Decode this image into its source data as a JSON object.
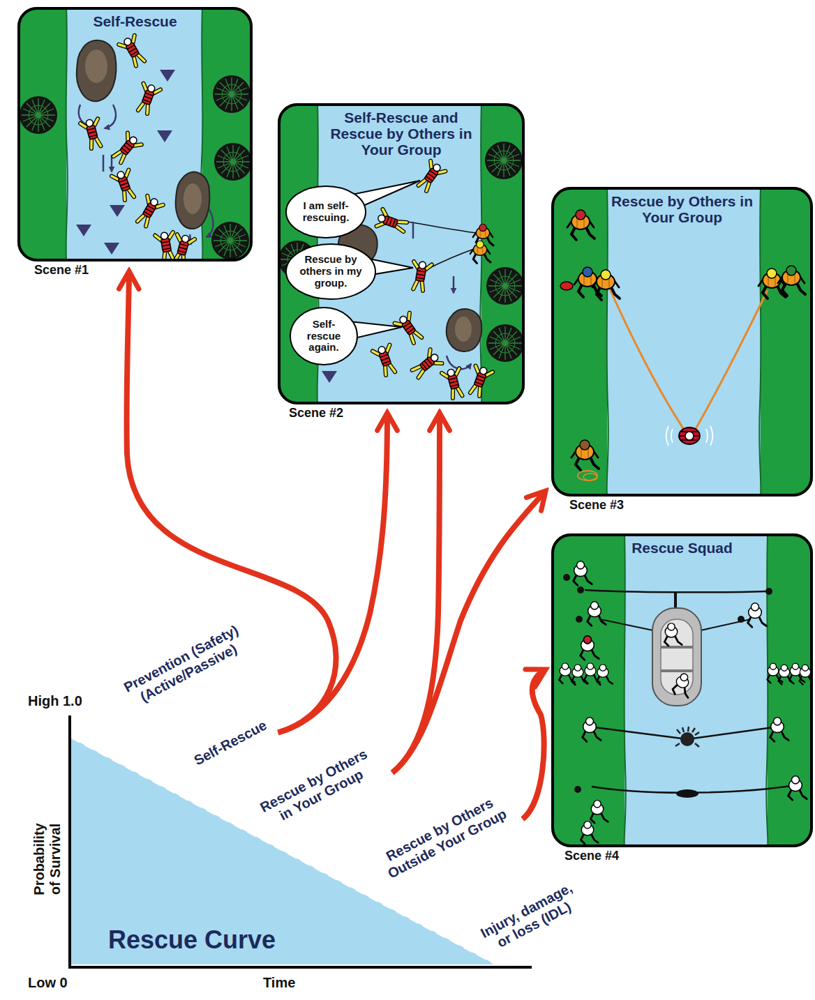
{
  "diagram": {
    "nodes": [
      {
        "text": [
          "Self-Rescue",
          "Scene #1"
        ]
      },
      {
        "text": [
          "Self-Rescue and Rescue by Others in Your Group",
          "Scene #2"
        ]
      },
      {
        "text": [
          "I am self-rescuing."
        ],
        "in": 1
      },
      {
        "text": [
          "Rescue by others in my group."
        ],
        "in": 1
      },
      {
        "text": [
          "Self-rescue again."
        ],
        "in": 1
      },
      {
        "text": [
          "Rescue by Others in Your Group",
          "Scene #3"
        ]
      },
      {
        "text": [
          "Rescue Squad",
          "Scene #4"
        ]
      },
      {
        "text": [
          "Rescue Curve"
        ]
      },
      {
        "text": [
          "Self-Rescue"
        ]
      },
      {
        "text": [
          "Rescue by Others in Your Group"
        ]
      },
      {
        "text": [
          "Rescue by Others Outside Your Group"
        ]
      }
    ],
    "edges": [
      {
        "from": 8,
        "to": 0,
        "arrow": "to"
      },
      {
        "from": 8,
        "to": 1,
        "arrow": "to"
      },
      {
        "from": 9,
        "to": 1,
        "arrow": "to"
      },
      {
        "from": 9,
        "to": 5,
        "arrow": "to"
      },
      {
        "from": 10,
        "to": 6,
        "arrow": "to"
      }
    ],
    "labels": [
      "High 1.0",
      "Probability of Survival",
      "Prevention (Safety) (Active/Passive)",
      "Injury, damage, or loss (IDL)",
      "Low 0",
      "Time"
    ]
  }
}
